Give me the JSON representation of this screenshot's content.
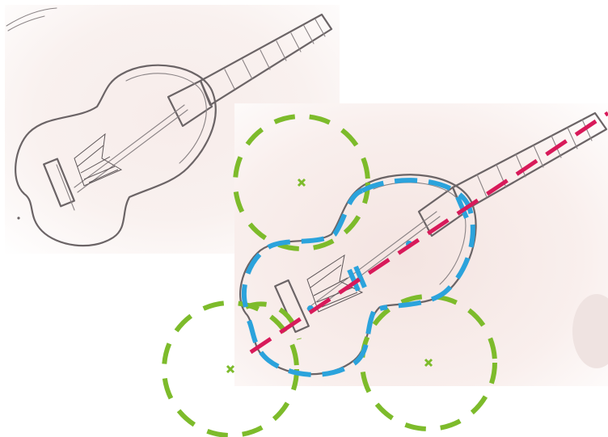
{
  "image": {
    "subject": "guitar-sketch",
    "colors": {
      "paper": "#fbf4f1",
      "paper_shadow": "#ecd6d3",
      "pencil": "#6b6466",
      "construction_circles": "#7dbb2b",
      "body_outline_overlay": "#2ba3dc",
      "center_axis": "#d81a5a"
    },
    "panels": [
      "original-sketch",
      "annotated-sketch"
    ],
    "overlay_marks": [
      "center-axis-line",
      "body-outline-dashes",
      "cutaway-circle",
      "center-cross-marker"
    ]
  }
}
